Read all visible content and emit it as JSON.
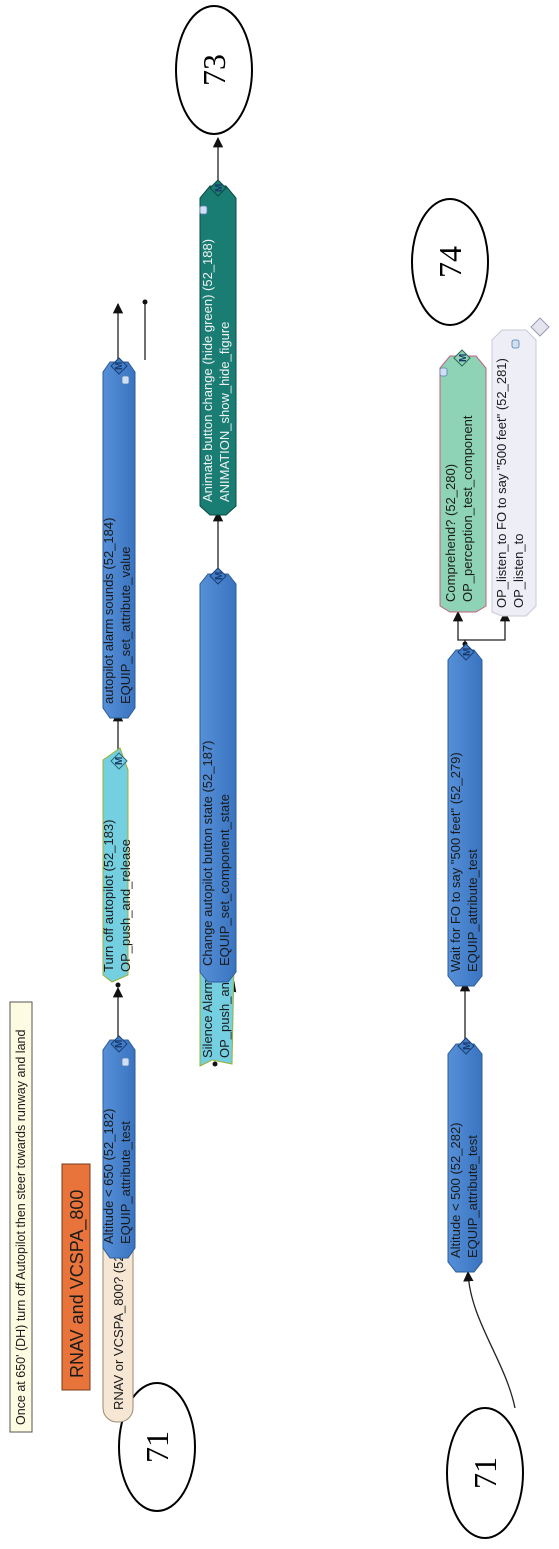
{
  "note": {
    "text": "Once at 650' (DH) turn off Autopilot then steer towards runway and land"
  },
  "header": {
    "text": "RNAV and VCSPA_800"
  },
  "connectors": {
    "c71_top": "71",
    "c71_bottom": "71",
    "c73": "73",
    "c74": "74"
  },
  "nodes": {
    "n52_235": {
      "line1": "RNAV or VCSPA_800? (52_235)",
      "line2": ""
    },
    "n52_182": {
      "line1": "Altitude < 650 (52_182)",
      "line2": "EQUIP_attribute_test"
    },
    "n52_183": {
      "line1": "Turn off autopilot (52_183)",
      "line2": "OP_push_and_release"
    },
    "n52_184": {
      "line1": "autopilot alarm sounds (52_184)",
      "line2": "EQUIP_set_attribute_value"
    },
    "n52_186": {
      "line1": "Silence Alarm (52_186)",
      "line2": "OP_push_and_release"
    },
    "n52_187": {
      "line1": "Change autopilot button state (52_187)",
      "line2": "EQUIP_set_component_state"
    },
    "n52_188": {
      "line1": "Animate button change (hide green) (52_188)",
      "line2": "ANIMATION_show_hide_figure"
    },
    "n52_282": {
      "line1": "Altitude < 500 (52_282)",
      "line2": "EQUIP_attribute_test"
    },
    "n52_279": {
      "line1": "Wait for FO to say \"500 feet\" (52_279)",
      "line2": "EQUIP_attribute_test"
    },
    "n52_280": {
      "line1": "Comprehend? (52_280)",
      "line2": "OP_perception_test_component"
    },
    "n52_281": {
      "line1": "OP_listen_to FO to say \"500 feet\" (52_281)",
      "line2": "OP_listen_to"
    }
  },
  "marker_label": "M",
  "colors": {
    "blue": "#3f7cc9",
    "cyan": "#74cfe0",
    "teal": "#197d74",
    "mint": "#8ed3b5",
    "lavender": "#eeeef7",
    "beige": "#f6e7d4",
    "header_orange": "#e8743b",
    "note_yellow": "#fdfbe1"
  }
}
